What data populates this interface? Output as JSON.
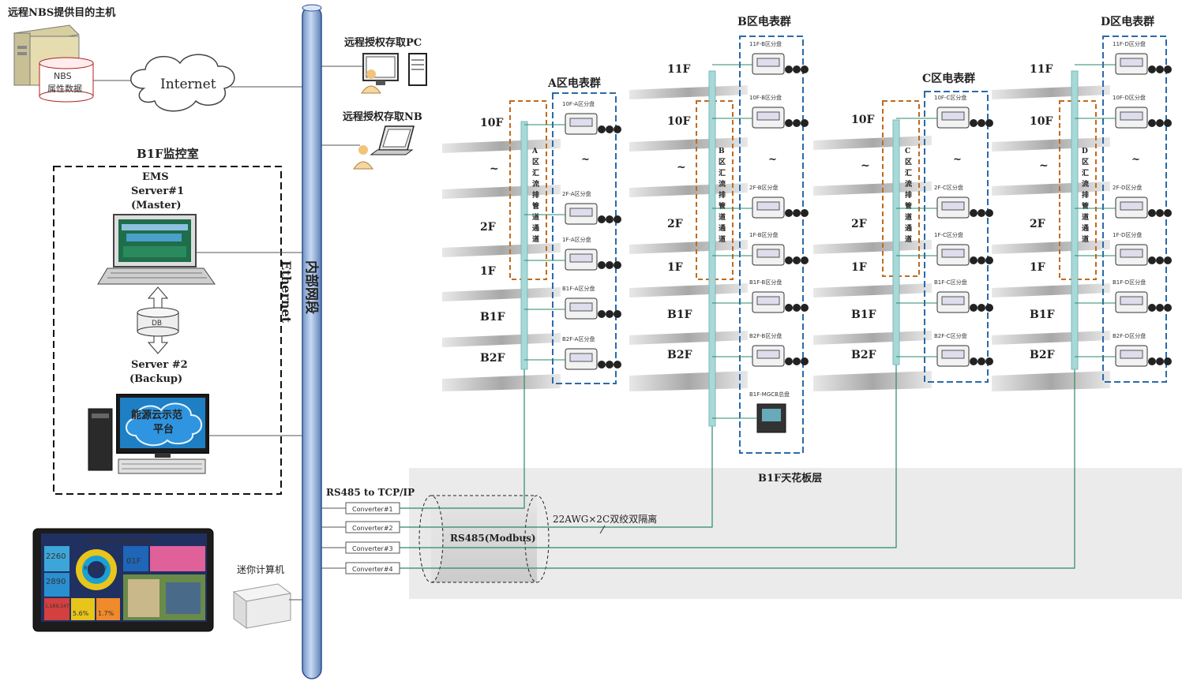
{
  "remote_host": {
    "label": "远程NBS提供目的主机",
    "db_line1": "NBS",
    "db_line2": "属性数据"
  },
  "internet": "Internet",
  "remote_pc": "远程授权存取PC",
  "remote_nb": "远程授权存取NB",
  "ethernet": {
    "cn": "内部网段",
    "en": "Ethernet"
  },
  "monitor_room": {
    "title": "B1F监控室",
    "server1_l1": "EMS",
    "server1_l2": "Server#1",
    "server1_l3": "(Master)",
    "db": "DB",
    "server2_l1": "Server #2",
    "server2_l2": "(Backup)",
    "cloud_l1": "能源云示范",
    "cloud_l2": "平台"
  },
  "dashboard": {
    "title": "四维行政中心电能管理系统",
    "v1": "2260",
    "v2": "2890",
    "v3": "809,200",
    "v4": "01F",
    "v5": "5.6%",
    "v6": "1.7%",
    "v7": "1,169,147"
  },
  "mini_pc": "迷你计算机",
  "rs485_tcp": "RS485 to TCP/IP",
  "converters": [
    "Converter#1",
    "Converter#2",
    "Converter#3",
    "Converter#4"
  ],
  "rs485_modbus": "RS485(Modbus)",
  "cable": "22AWG×2C双绞双隔离",
  "ceiling": "B1F天花板层",
  "groups": [
    {
      "title": "A区电表群",
      "trunk": [
        "A",
        "区",
        "汇",
        "流",
        "排",
        "管",
        "道",
        "通",
        "道"
      ],
      "meters": [
        "10F-A区分盘",
        "2F-A区分盘",
        "1F-A区分盘",
        "B1F-A区分盘",
        "B2F-A区分盘"
      ]
    },
    {
      "title": "B区电表群",
      "trunk": [
        "B",
        "区",
        "汇",
        "流",
        "排",
        "管",
        "道",
        "通",
        "道"
      ],
      "meters": [
        "11F-B区分盘",
        "10F-B区分盘",
        "2F-B区分盘",
        "1F-B区分盘",
        "B1F-B区分盘",
        "B2F-B区分盘",
        "B1F-MGCB总盘"
      ]
    },
    {
      "title": "C区电表群",
      "trunk": [
        "C",
        "区",
        "汇",
        "流",
        "排",
        "管",
        "道",
        "通",
        "道"
      ],
      "meters": [
        "10F-C区分盘",
        "2F-C区分盘",
        "1F-C区分盘",
        "B1F-C区分盘",
        "B2F-C区分盘"
      ]
    },
    {
      "title": "D区电表群",
      "trunk": [
        "D",
        "区",
        "汇",
        "流",
        "排",
        "管",
        "道",
        "通",
        "道"
      ],
      "meters": [
        "11F-D区分盘",
        "10F-D区分盘",
        "2F-D区分盘",
        "1F-D区分盘",
        "B1F-D区分盘",
        "B2F-D区分盘"
      ]
    }
  ],
  "floors": {
    "f11": "11F",
    "f10": "10F",
    "f2": "2F",
    "f1": "1F",
    "b1": "B1F",
    "b2": "B2F",
    "tilde": "~"
  }
}
